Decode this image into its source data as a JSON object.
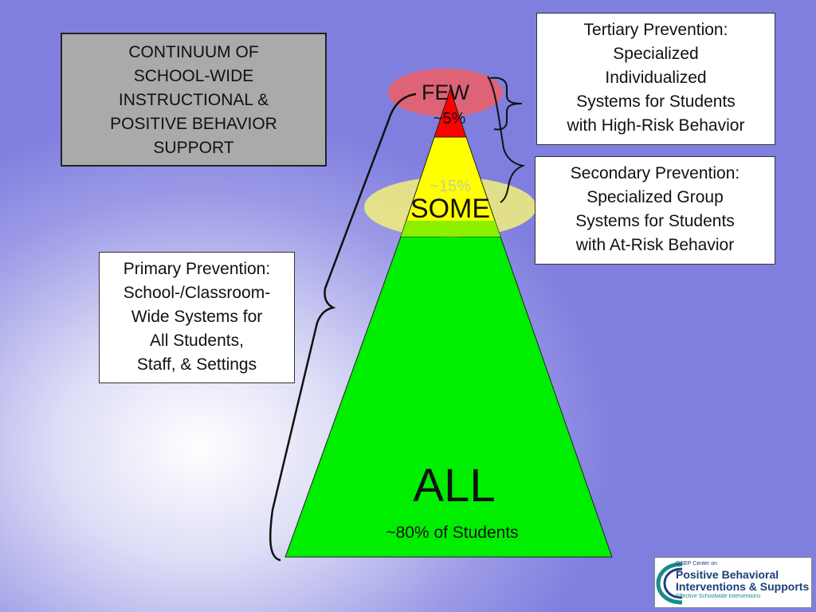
{
  "title_box": {
    "lines": [
      "CONTINUUM OF",
      "SCHOOL-WIDE",
      "INSTRUCTIONAL &",
      "POSITIVE BEHAVIOR",
      "SUPPORT"
    ]
  },
  "tertiary_box": {
    "lines": [
      "Tertiary Prevention:",
      "Specialized",
      "Individualized",
      "Systems for Students",
      "with High-Risk Behavior"
    ]
  },
  "secondary_box": {
    "lines": [
      "Secondary Prevention:",
      "Specialized Group",
      "Systems for Students",
      "with At-Risk Behavior"
    ]
  },
  "primary_box": {
    "lines": [
      "Primary Prevention:",
      "School-/Classroom-",
      "Wide Systems for",
      "All Students,",
      "Staff, & Settings"
    ]
  },
  "pyramid": {
    "few_label": "FEW",
    "few_pct": "~5%",
    "some_label": "SOME",
    "some_pct": "~15%",
    "all_label": "ALL",
    "all_pct": "~80% of Students",
    "colors": {
      "top": "#ff0000",
      "middle": "#ffff00",
      "bottom": "#00ee00",
      "few_ellipse": "#e8606a",
      "some_ellipse": "#f2f07a"
    }
  },
  "logo": {
    "line1": "OSEP Center on",
    "line2": "Positive Behavioral",
    "line3": "Interventions & Supports",
    "line4": "Effective Schoolwide Interventions"
  }
}
